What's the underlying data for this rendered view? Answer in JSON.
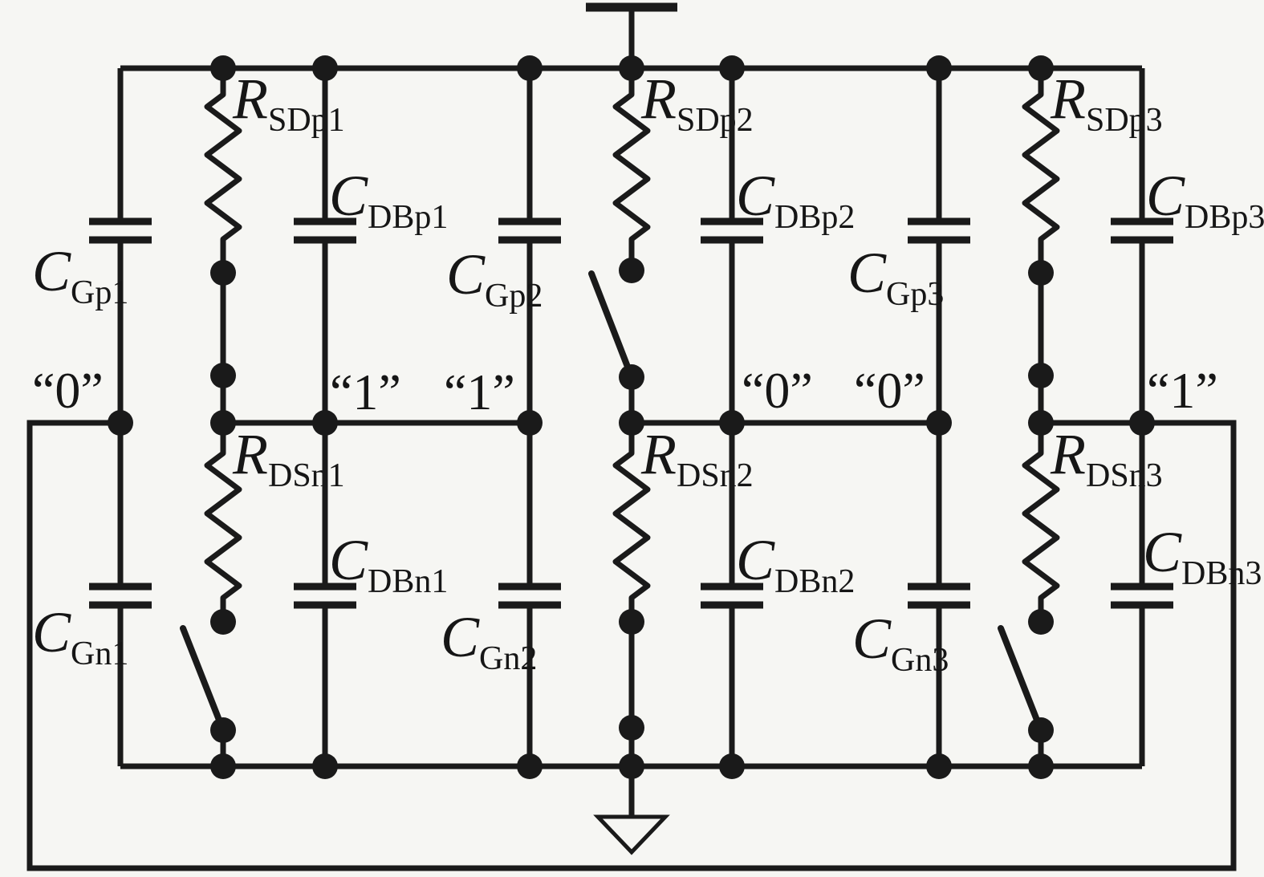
{
  "diagram_type": "cmos-inverter-chain-rc-equivalent-circuit",
  "colors": {
    "background": "#f6f6f3",
    "stroke": "#1a1a1a"
  },
  "icons": {
    "power": "vdd-bar-icon",
    "ground": "ground-triangle-icon",
    "junction": "junction-dot"
  },
  "components": {
    "RSDp1": {
      "main": "R",
      "sub": "SDp1"
    },
    "RSDp2": {
      "main": "R",
      "sub": "SDp2"
    },
    "RSDp3": {
      "main": "R",
      "sub": "SDp3"
    },
    "RDSn1": {
      "main": "R",
      "sub": "DSn1"
    },
    "RDSn2": {
      "main": "R",
      "sub": "DSn2"
    },
    "RDSn3": {
      "main": "R",
      "sub": "DSn3"
    },
    "CGp1": {
      "main": "C",
      "sub": "Gp1"
    },
    "CGp2": {
      "main": "C",
      "sub": "Gp2"
    },
    "CGp3": {
      "main": "C",
      "sub": "Gp3"
    },
    "CGn1": {
      "main": "C",
      "sub": "Gn1"
    },
    "CGn2": {
      "main": "C",
      "sub": "Gn2"
    },
    "CGn3": {
      "main": "C",
      "sub": "Gn3"
    },
    "CDBp1": {
      "main": "C",
      "sub": "DBp1"
    },
    "CDBp2": {
      "main": "C",
      "sub": "DBp2"
    },
    "CDBp3": {
      "main": "C",
      "sub": "DBp3"
    },
    "CDBn1": {
      "main": "C",
      "sub": "DBn1"
    },
    "CDBn2": {
      "main": "C",
      "sub": "DBn2"
    },
    "CDBn3": {
      "main": "C",
      "sub": "DBn3"
    }
  },
  "node_labels": {
    "input1": "“0”",
    "output1_left": "“1”",
    "output1_right": "“1”",
    "output2_left": "“0”",
    "output2_right": "“0”",
    "output3": "“1”"
  },
  "switch_states": {
    "pmos1": "closed",
    "pmos2": "open",
    "pmos3": "closed",
    "nmos1": "open",
    "nmos2": "closed",
    "nmos3": "open"
  }
}
